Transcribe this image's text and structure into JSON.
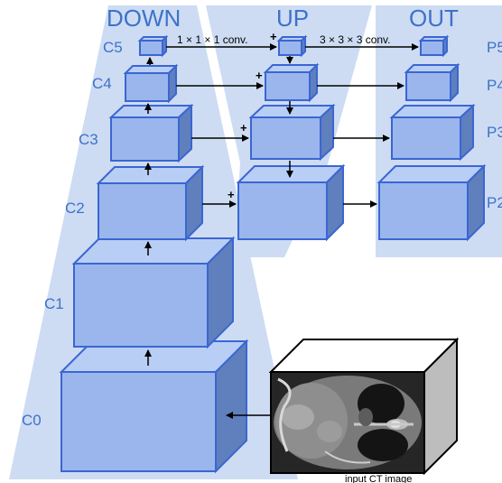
{
  "headers": {
    "down": "DOWN",
    "up": "UP",
    "out": "OUT"
  },
  "down_labels": {
    "c5": "C5",
    "c4": "C4",
    "c3": "C3",
    "c2": "C2",
    "c1": "C1",
    "c0": "C0"
  },
  "out_labels": {
    "p5": "P5",
    "p4": "P4",
    "p3": "P3",
    "p2": "P2"
  },
  "conv_labels": {
    "one": "1 × 1 × 1 conv.",
    "three": "3 × 3 × 3 conv."
  },
  "plus_sign": "+",
  "input_caption": "input CT image",
  "colors": {
    "panel": "#cddcf3",
    "box_front": "#9ab6ed",
    "box_top": "#b9cef5",
    "box_side": "#5f7fbd",
    "box_stroke": "#3b66d2",
    "label": "#3d72c9"
  }
}
